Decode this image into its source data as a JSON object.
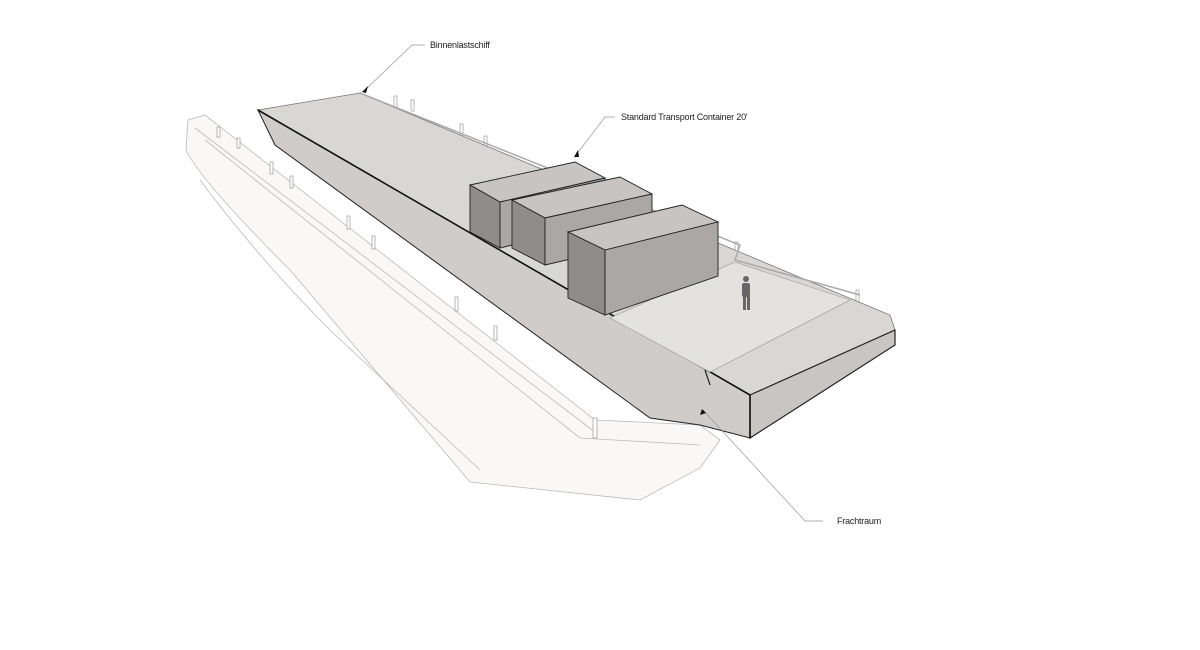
{
  "labels": {
    "ship": "Binnenlastschiff",
    "container": "Standard Transport Container 20'",
    "hold": "Frachtraum"
  },
  "colors": {
    "deck": "#dcdad7",
    "hull_ghost": "#f4f3f2",
    "container": "#a9a6a3",
    "edge": "#111111"
  }
}
